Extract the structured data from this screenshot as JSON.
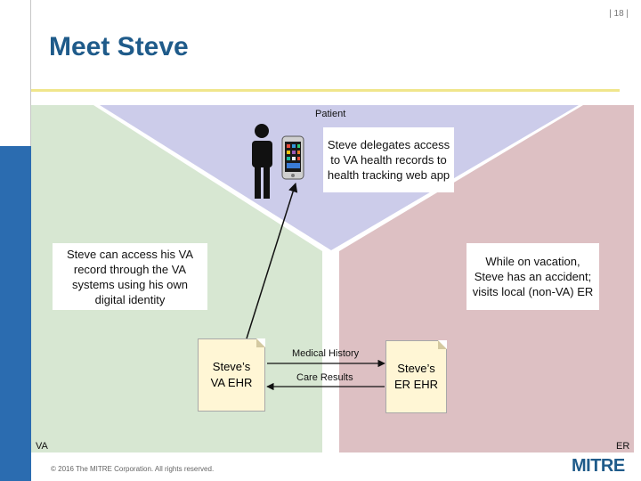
{
  "page_number": "| 18 |",
  "title": "Meet Steve",
  "regions": {
    "patient": "Patient",
    "va": "VA",
    "er": "ER"
  },
  "boxes": {
    "delegates": "Steve delegates access to VA health records to health tracking web app",
    "va_access": "Steve can access his VA record through the VA systems using his own digital identity",
    "vacation": "While on vacation, Steve has an accident; visits local (non-VA) ER"
  },
  "documents": {
    "va_ehr": "Steve’s VA EHR",
    "er_ehr": "Steve’s ER EHR"
  },
  "arrows": {
    "medical_history": "Medical History",
    "care_results": "Care Results"
  },
  "footer": "© 2016 The MITRE Corporation. All rights reserved.",
  "logo": "MITRE",
  "colors": {
    "patient_region": "#ccccea",
    "va_region": "#d7e7d2",
    "er_region": "#ddc0c3",
    "title": "#1f5b8a",
    "document_fill": "#fff6d5"
  },
  "icons": [
    "person-icon",
    "smartphone-icon"
  ]
}
